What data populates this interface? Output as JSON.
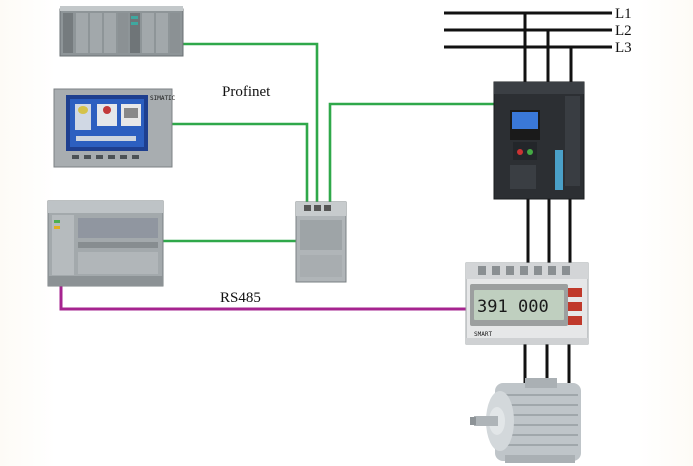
{
  "labels": {
    "profinet": "Profinet",
    "rs485": "RS485",
    "phase_l1": "L1",
    "phase_l2": "L2",
    "phase_l3": "L3"
  },
  "devices": {
    "hmi_logo": "SIMATIC",
    "meter_reading_left": "391",
    "meter_reading_right": "000",
    "meter_brand": "SMART"
  },
  "colors": {
    "profinet_wire": "#2fa84a",
    "rs485_wire": "#a6248f",
    "power_wire": "#111111",
    "device_gray": "#9aa1a3",
    "drive_dark": "#2c2f33"
  }
}
